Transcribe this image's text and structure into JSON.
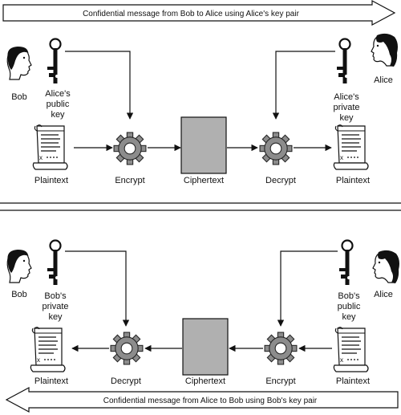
{
  "top": {
    "banner": "Confidential message from Bob to Alice using Alice's key pair",
    "sender": "Bob",
    "receiver": "Alice",
    "sender_key_line1": "Alice's",
    "sender_key_line2": "public",
    "sender_key_line3": "key",
    "receiver_key_line1": "Alice's",
    "receiver_key_line2": "private",
    "receiver_key_line3": "key",
    "plaintext_left": "Plaintext",
    "process_left": "Encrypt",
    "ciphertext": "Ciphertext",
    "process_right": "Decrypt",
    "plaintext_right": "Plaintext"
  },
  "bottom": {
    "banner": "Confidential message from Alice to Bob using Bob's key pair",
    "left_person": "Bob",
    "right_person": "Alice",
    "left_key_line1": "Bob's",
    "left_key_line2": "private",
    "left_key_line3": "key",
    "right_key_line1": "Bob's",
    "right_key_line2": "public",
    "right_key_line3": "key",
    "plaintext_left": "Plaintext",
    "process_left": "Decrypt",
    "ciphertext": "Ciphertext",
    "process_right": "Encrypt",
    "plaintext_right": "Plaintext"
  }
}
